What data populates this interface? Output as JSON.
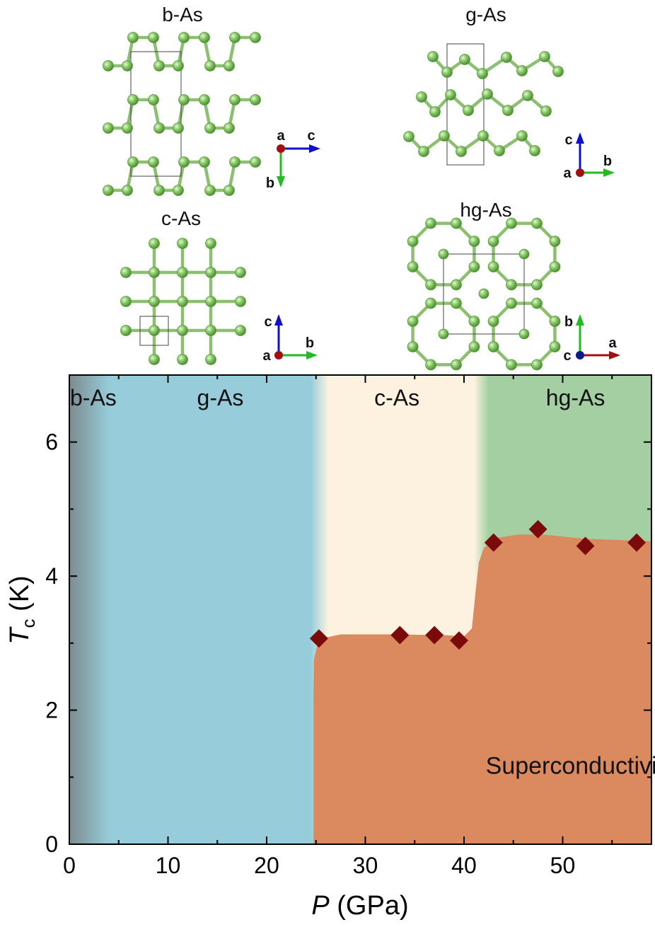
{
  "structures": [
    {
      "label": "b-As",
      "axes": {
        "origin": "a",
        "horizontal": "c",
        "vertical": "b"
      }
    },
    {
      "label": "g-As",
      "axes": {
        "origin": "a",
        "horizontal": "b",
        "vertical": "c"
      }
    },
    {
      "label": "c-As",
      "axes": {
        "origin": "a",
        "horizontal": "b",
        "vertical": "c"
      }
    },
    {
      "label": "hg-As",
      "axes": {
        "origin": "c",
        "horizontal": "a",
        "vertical": "b"
      }
    }
  ],
  "colors": {
    "atom": "#7fc060",
    "bond": "#8cc070",
    "phase_b": "#7c8c90",
    "phase_g": "#97cddb",
    "phase_c": "#fdf2e0",
    "phase_hg": "#a3cfa2",
    "superconducting": "#db895f",
    "marker": "#7b0a0a",
    "axis_red": "#a01010",
    "axis_green": "#22bb22",
    "axis_blue": "#1010cc",
    "axis_navy": "#0a1a8a"
  },
  "chart_data": {
    "type": "scatter",
    "xlabel_italic": "P",
    "xlabel_rest": " (GPa)",
    "ylabel_italic": "T",
    "ylabel_sub": "c",
    "ylabel_rest": " (K)",
    "xlim": [
      0,
      59
    ],
    "ylim": [
      0,
      7
    ],
    "xticks": [
      0,
      10,
      20,
      30,
      40,
      50
    ],
    "yticks": [
      0,
      2,
      4,
      6
    ],
    "phases": [
      {
        "label": "b-As",
        "label_x": 1.8
      },
      {
        "label": "g-As",
        "label_x": 15.3
      },
      {
        "label": "c-As",
        "label_x": 33.2
      },
      {
        "label": "hg-As",
        "label_x": 51.3
      }
    ],
    "region_label": "Superconductivity",
    "region_label_x": 42.2,
    "region_label_y": 1.05,
    "points": [
      {
        "x": 25.3,
        "y": 3.07
      },
      {
        "x": 33.5,
        "y": 3.12
      },
      {
        "x": 37.0,
        "y": 3.12
      },
      {
        "x": 39.5,
        "y": 3.04
      },
      {
        "x": 43.0,
        "y": 4.5
      },
      {
        "x": 47.5,
        "y": 4.7
      },
      {
        "x": 52.3,
        "y": 4.45
      },
      {
        "x": 57.5,
        "y": 4.5
      }
    ]
  }
}
